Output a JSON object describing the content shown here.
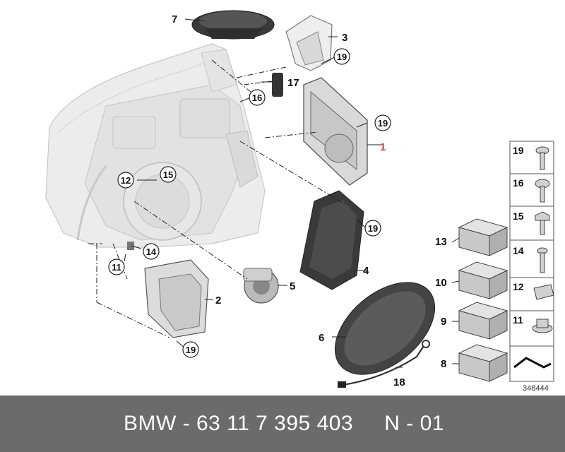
{
  "callouts": {
    "n1": "1",
    "n2": "2",
    "n3": "3",
    "n4": "4",
    "n5": "5",
    "n6": "6",
    "n7": "7",
    "n8": "8",
    "n9": "9",
    "n10": "10",
    "n11": "11",
    "n12": "12",
    "n13": "13",
    "n14": "14",
    "n15": "15",
    "n16": "16",
    "n17": "17",
    "n18": "18",
    "n19": "19"
  },
  "side_panel": [
    "19",
    "16",
    "15",
    "14",
    "12",
    "11"
  ],
  "reference_number": "348444",
  "footer": {
    "text": "BMW - 63 11 7 395 403     N - 01"
  },
  "colors": {
    "highlight": "#e8312f",
    "footer_bg": "#6b6b6b"
  }
}
